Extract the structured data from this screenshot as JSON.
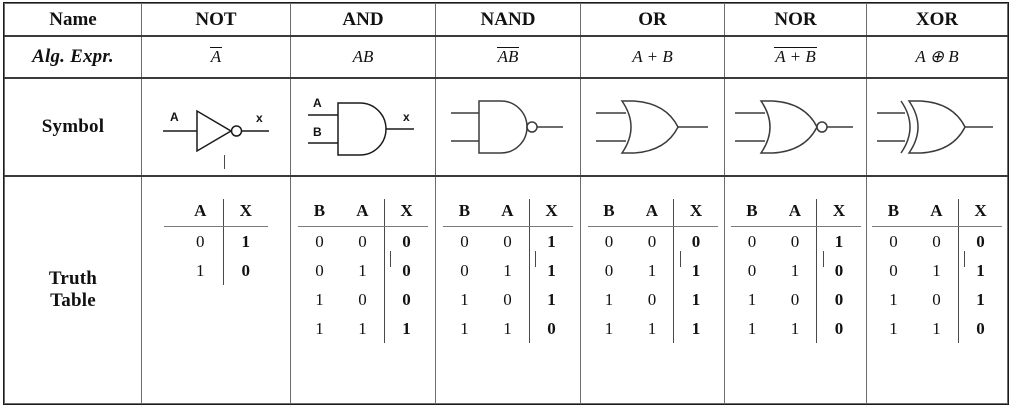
{
  "table": {
    "row_labels": {
      "name": "Name",
      "alg_expr": "Alg. Expr.",
      "symbol": "Symbol",
      "truth_table_line1": "Truth",
      "truth_table_line2": "Table"
    },
    "columns": [
      {
        "name": "NOT",
        "alg_expr": {
          "text": "A",
          "overbar": "A",
          "display": "A̅"
        },
        "symbol": {
          "shape": "not-gate-triangle-with-bubble",
          "inputs": [
            "A"
          ],
          "output": "x",
          "has_bubble": true,
          "input_count": 1
        },
        "truth_table": {
          "headers": [
            "A",
            "X"
          ],
          "rows": [
            {
              "inputs": [
                "0"
              ],
              "output": "1"
            },
            {
              "inputs": [
                "1"
              ],
              "output": "0"
            }
          ]
        }
      },
      {
        "name": "AND",
        "alg_expr": {
          "text": "AB",
          "overbar": "",
          "display": "AB"
        },
        "symbol": {
          "shape": "and-gate-d-shape",
          "inputs": [
            "A",
            "B"
          ],
          "output": "x",
          "has_bubble": false,
          "input_count": 2
        },
        "truth_table": {
          "headers": [
            "B",
            "A",
            "X"
          ],
          "rows": [
            {
              "inputs": [
                "0",
                "0"
              ],
              "output": "0"
            },
            {
              "inputs": [
                "0",
                "1"
              ],
              "output": "0"
            },
            {
              "inputs": [
                "1",
                "0"
              ],
              "output": "0"
            },
            {
              "inputs": [
                "1",
                "1"
              ],
              "output": "1"
            }
          ]
        }
      },
      {
        "name": "NAND",
        "alg_expr": {
          "text": "AB",
          "overbar": "AB",
          "display": "A̅B̅"
        },
        "symbol": {
          "shape": "nand-gate-d-shape-with-bubble",
          "inputs": [],
          "output": "",
          "has_bubble": true,
          "input_count": 2
        },
        "truth_table": {
          "headers": [
            "B",
            "A",
            "X"
          ],
          "rows": [
            {
              "inputs": [
                "0",
                "0"
              ],
              "output": "1"
            },
            {
              "inputs": [
                "0",
                "1"
              ],
              "output": "1"
            },
            {
              "inputs": [
                "1",
                "0"
              ],
              "output": "1"
            },
            {
              "inputs": [
                "1",
                "1"
              ],
              "output": "0"
            }
          ]
        }
      },
      {
        "name": "OR",
        "alg_expr": {
          "text": "A + B",
          "overbar": "",
          "display": "A + B"
        },
        "symbol": {
          "shape": "or-gate-shield",
          "inputs": [],
          "output": "",
          "has_bubble": false,
          "input_count": 2
        },
        "truth_table": {
          "headers": [
            "B",
            "A",
            "X"
          ],
          "rows": [
            {
              "inputs": [
                "0",
                "0"
              ],
              "output": "0"
            },
            {
              "inputs": [
                "0",
                "1"
              ],
              "output": "1"
            },
            {
              "inputs": [
                "1",
                "0"
              ],
              "output": "1"
            },
            {
              "inputs": [
                "1",
                "1"
              ],
              "output": "1"
            }
          ]
        }
      },
      {
        "name": "NOR",
        "alg_expr": {
          "text": "A + B",
          "overbar": "A + B",
          "display": "A̅+̅B̅"
        },
        "symbol": {
          "shape": "nor-gate-shield-with-bubble",
          "inputs": [],
          "output": "",
          "has_bubble": true,
          "input_count": 2
        },
        "truth_table": {
          "headers": [
            "B",
            "A",
            "X"
          ],
          "rows": [
            {
              "inputs": [
                "0",
                "0"
              ],
              "output": "1"
            },
            {
              "inputs": [
                "0",
                "1"
              ],
              "output": "0"
            },
            {
              "inputs": [
                "1",
                "0"
              ],
              "output": "0"
            },
            {
              "inputs": [
                "1",
                "1"
              ],
              "output": "0"
            }
          ]
        }
      },
      {
        "name": "XOR",
        "alg_expr": {
          "text": "A ⊕ B",
          "overbar": "",
          "display": "A ⊕ B"
        },
        "symbol": {
          "shape": "xor-gate-shield-double-back",
          "inputs": [],
          "output": "",
          "has_bubble": false,
          "input_count": 2
        },
        "truth_table": {
          "headers": [
            "B",
            "A",
            "X"
          ],
          "rows": [
            {
              "inputs": [
                "0",
                "0"
              ],
              "output": "0"
            },
            {
              "inputs": [
                "0",
                "1"
              ],
              "output": "1"
            },
            {
              "inputs": [
                "1",
                "0"
              ],
              "output": "1"
            },
            {
              "inputs": [
                "1",
                "1"
              ],
              "output": "0"
            }
          ]
        }
      }
    ]
  },
  "style": {
    "line_color": "#111111",
    "border_color": "#6d6d6d",
    "outer_border_color": "#1b1b1b",
    "background": "#ffffff"
  }
}
